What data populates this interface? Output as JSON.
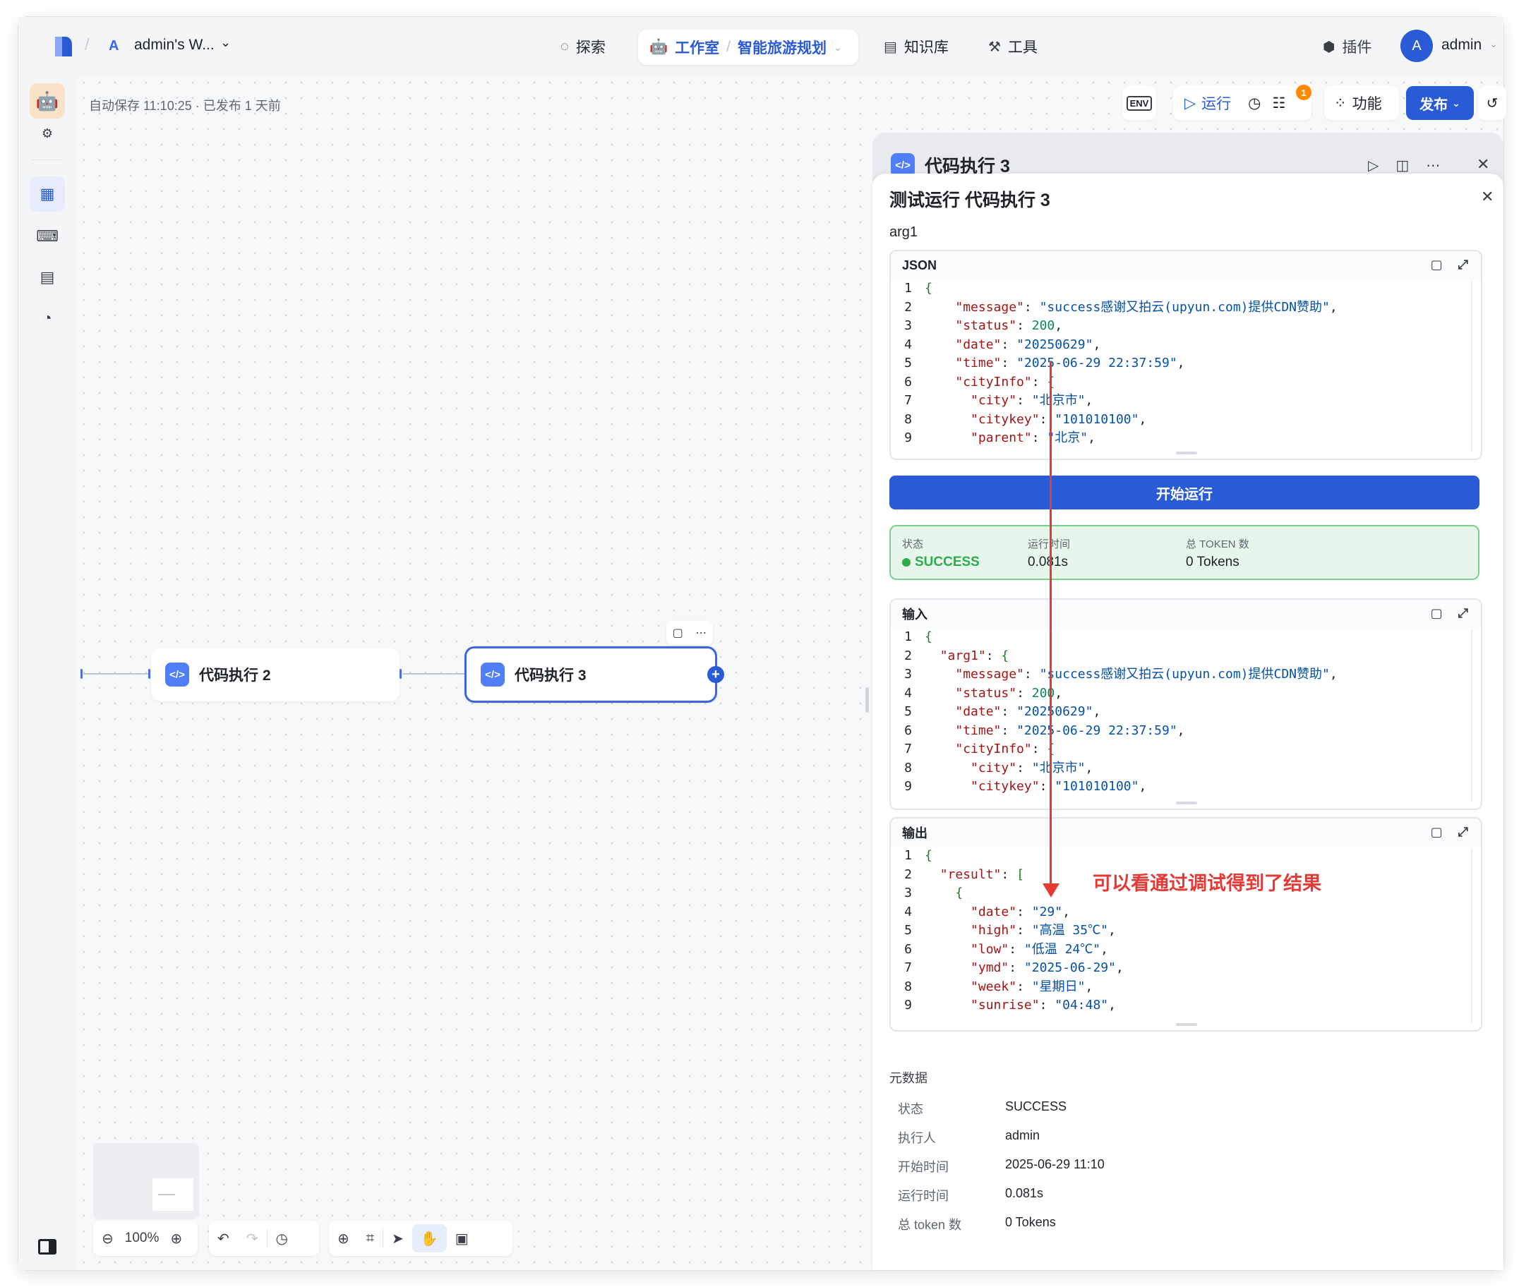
{
  "topbar": {
    "workspace_avatar": "A",
    "workspace_name": "admin's W...",
    "nav": [
      {
        "label": "探索",
        "icon": "explore-icon"
      },
      {
        "label": "工作室",
        "icon": "robot-icon"
      },
      {
        "label": "智能旅游规划"
      },
      {
        "label": "知识库",
        "icon": "book-icon"
      },
      {
        "label": "工具",
        "icon": "tool-icon"
      },
      {
        "label": "插件",
        "icon": "plugin-icon"
      }
    ],
    "user_avatar": "A",
    "user_name": "admin"
  },
  "canvas": {
    "autosave": "自动保存 11:10:25 · 已发布 1 天前",
    "toolbar": {
      "env": "ENV",
      "run": "运行",
      "badge": "1",
      "features": "功能",
      "publish": "发布"
    },
    "nodes": [
      {
        "title": "代码执行 2",
        "icon": "code-icon"
      },
      {
        "title": "代码执行 3",
        "icon": "code-icon",
        "selected": true
      }
    ],
    "zoom": "100%"
  },
  "panel_back": {
    "title": "代码执行 3"
  },
  "panel": {
    "title": "测试运行 代码执行 3",
    "arg_label": "arg1",
    "json_header": "JSON",
    "json_lines": [
      {
        "n": "1",
        "t": "{"
      },
      {
        "n": "2",
        "t": "    \"message\": \"success感谢又拍云(upyun.com)提供CDN赞助\","
      },
      {
        "n": "3",
        "t": "    \"status\": 200,"
      },
      {
        "n": "4",
        "t": "    \"date\": \"20250629\","
      },
      {
        "n": "5",
        "t": "    \"time\": \"2025-06-29 22:37:59\","
      },
      {
        "n": "6",
        "t": "    \"cityInfo\": {"
      },
      {
        "n": "7",
        "t": "      \"city\": \"北京市\","
      },
      {
        "n": "8",
        "t": "      \"citykey\": \"101010100\","
      },
      {
        "n": "9",
        "t": "      \"parent\": \"北京\","
      }
    ],
    "run_button": "开始运行",
    "status": {
      "state_label": "状态",
      "state_value": "SUCCESS",
      "time_label": "运行时间",
      "time_value": "0.081s",
      "token_label": "总 TOKEN 数",
      "token_value": "0 Tokens"
    },
    "input_header": "输入",
    "input_lines": [
      {
        "n": "1",
        "t": "{"
      },
      {
        "n": "2",
        "t": "  \"arg1\": {"
      },
      {
        "n": "3",
        "t": "    \"message\": \"success感谢又拍云(upyun.com)提供CDN赞助\","
      },
      {
        "n": "4",
        "t": "    \"status\": 200,"
      },
      {
        "n": "5",
        "t": "    \"date\": \"20250629\","
      },
      {
        "n": "6",
        "t": "    \"time\": \"2025-06-29 22:37:59\","
      },
      {
        "n": "7",
        "t": "    \"cityInfo\": {"
      },
      {
        "n": "8",
        "t": "      \"city\": \"北京市\","
      },
      {
        "n": "9",
        "t": "      \"citykey\": \"101010100\","
      }
    ],
    "output_header": "输出",
    "output_lines": [
      {
        "n": "1",
        "t": "{"
      },
      {
        "n": "2",
        "t": "  \"result\": ["
      },
      {
        "n": "3",
        "t": "    {"
      },
      {
        "n": "4",
        "t": "      \"date\": \"29\","
      },
      {
        "n": "5",
        "t": "      \"high\": \"高温 35℃\","
      },
      {
        "n": "6",
        "t": "      \"low\": \"低温 24℃\","
      },
      {
        "n": "7",
        "t": "      \"ymd\": \"2025-06-29\","
      },
      {
        "n": "8",
        "t": "      \"week\": \"星期日\","
      },
      {
        "n": "9",
        "t": "      \"sunrise\": \"04:48\","
      }
    ],
    "annotation": "可以看通过调试得到了结果",
    "metadata": {
      "title": "元数据",
      "rows": [
        {
          "k": "状态",
          "v": "SUCCESS"
        },
        {
          "k": "执行人",
          "v": "admin"
        },
        {
          "k": "开始时间",
          "v": "2025-06-29 11:10"
        },
        {
          "k": "运行时间",
          "v": "0.081s"
        },
        {
          "k": "总 token 数",
          "v": "0 Tokens"
        }
      ]
    }
  },
  "colors": {
    "accent": "#2a5bd7",
    "success": "#2eaa4f",
    "annotation": "#e53935"
  }
}
